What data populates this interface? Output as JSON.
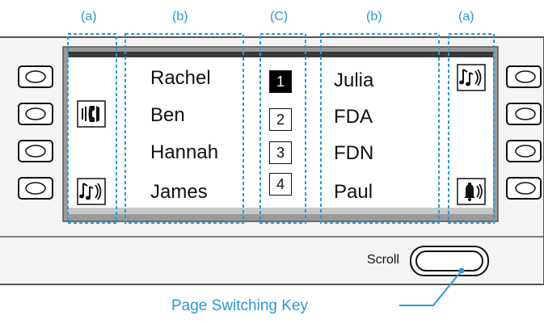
{
  "groups": {
    "a_left": "(a)",
    "b_left": "(b)",
    "c": "(C)",
    "b_right": "(b)",
    "a_right": "(a)"
  },
  "names_left": [
    "Rachel",
    "Ben",
    "Hannah",
    "James"
  ],
  "numbers": [
    "1",
    "2",
    "3",
    "4"
  ],
  "selected_number": "1",
  "names_right": [
    "Julia",
    "FDA",
    "FDN",
    "Paul"
  ],
  "icons_left": [
    "",
    "handset-ringing-icon",
    "",
    "music-note-ring-icon"
  ],
  "icons_right": [
    "music-note-ring-icon",
    "",
    "",
    "bell-ring-icon"
  ],
  "scroll_label": "Scroll",
  "caption": "Page Switching Key",
  "colors": {
    "annotation": "#2a9ad6",
    "screen": "#ffffff",
    "frame": "#6b6b6b"
  }
}
